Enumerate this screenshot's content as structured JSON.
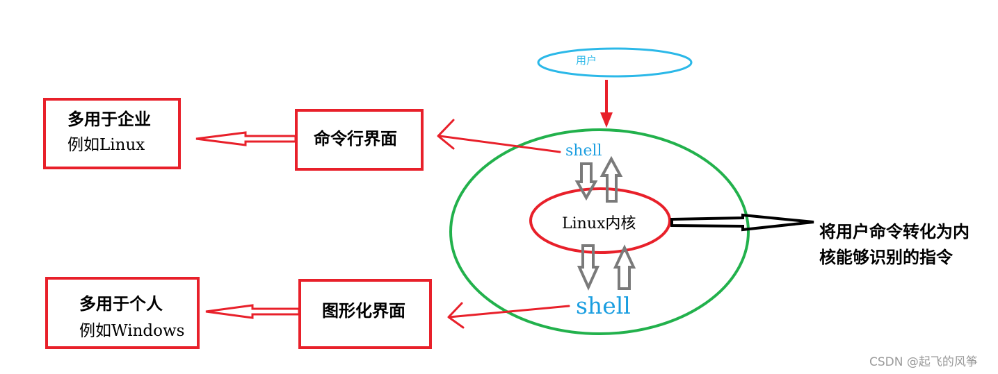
{
  "user": {
    "label": "用户"
  },
  "kernel": {
    "label": "Linux内核"
  },
  "shell_top": {
    "label": "shell"
  },
  "shell_bottom": {
    "label": "shell"
  },
  "cli": {
    "label": "命令行界面"
  },
  "gui": {
    "label": "图形化界面"
  },
  "enterprise": {
    "line1": "多用于企业",
    "line2": "例如Linux"
  },
  "personal": {
    "line1": "多用于个人",
    "line2": "例如Windows"
  },
  "kernel_note": {
    "line1": "将用户命令转化为内",
    "line2": "核能够识别的指令"
  },
  "watermark": {
    "text": "CSDN @起飞的风筝"
  },
  "colors": {
    "box_red": "#e8202a",
    "outer_green": "#22b14c",
    "user_blue": "#2bb8e8",
    "shell_blue": "#1a9ee0",
    "gray_arrow": "#7a7a7a",
    "black": "#000000",
    "watermark": "#9a9a9a"
  }
}
